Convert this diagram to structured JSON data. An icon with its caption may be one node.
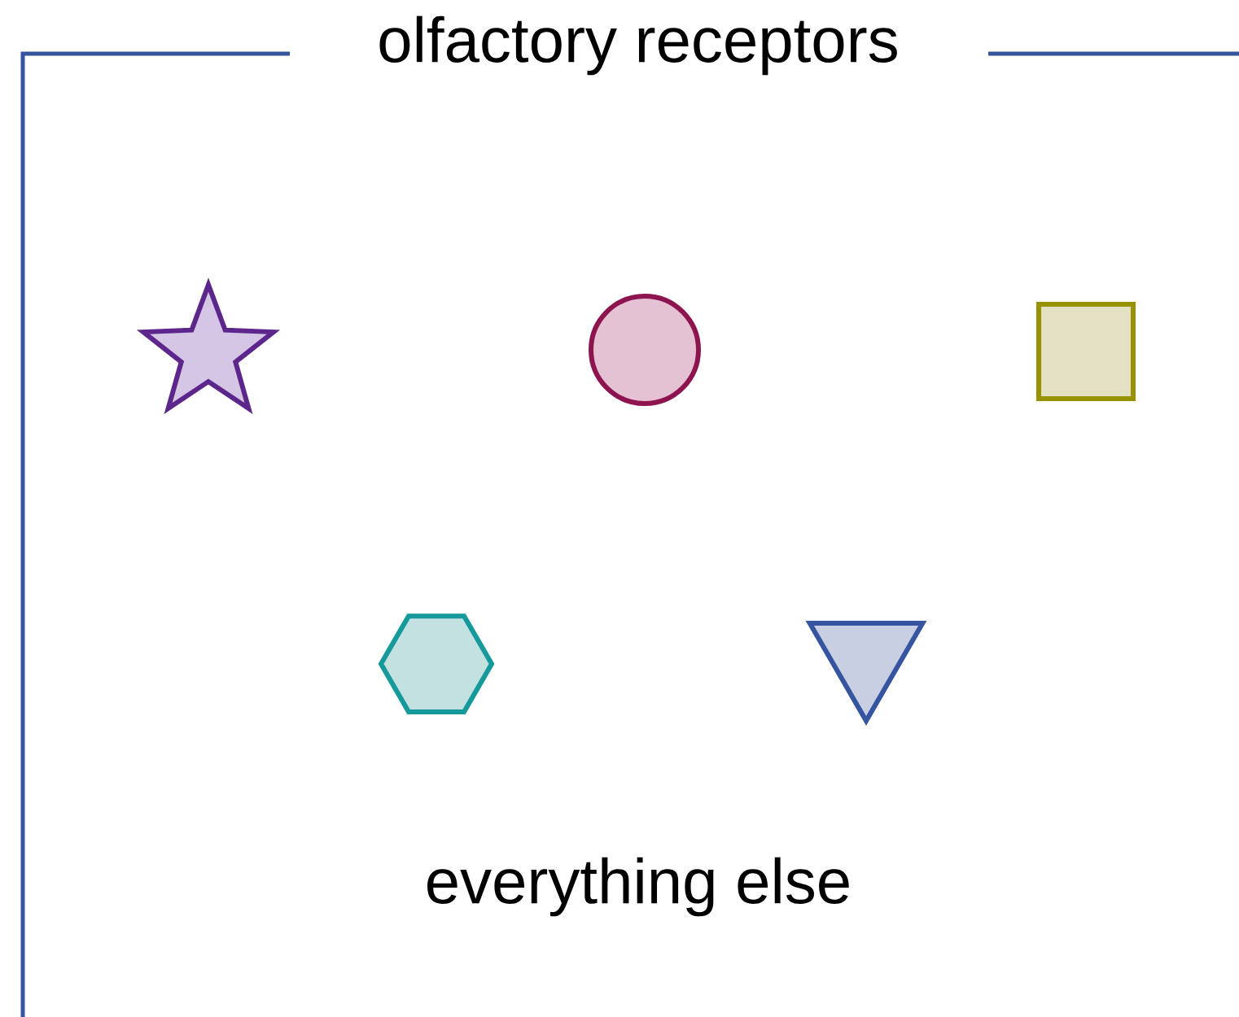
{
  "diagram": {
    "nodes": [
      {
        "text": [
          "olfactory receptors"
        ]
      },
      {
        "text": [],
        "shape": "star",
        "in": 0
      },
      {
        "text": [],
        "shape": "circle",
        "in": 0
      },
      {
        "text": [],
        "shape": "box",
        "in": 0
      },
      {
        "text": [],
        "shape": "hexagon",
        "in": 0
      },
      {
        "text": [],
        "shape": "triangle",
        "in": 0
      }
    ],
    "labels": [
      "everything else"
    ]
  }
}
